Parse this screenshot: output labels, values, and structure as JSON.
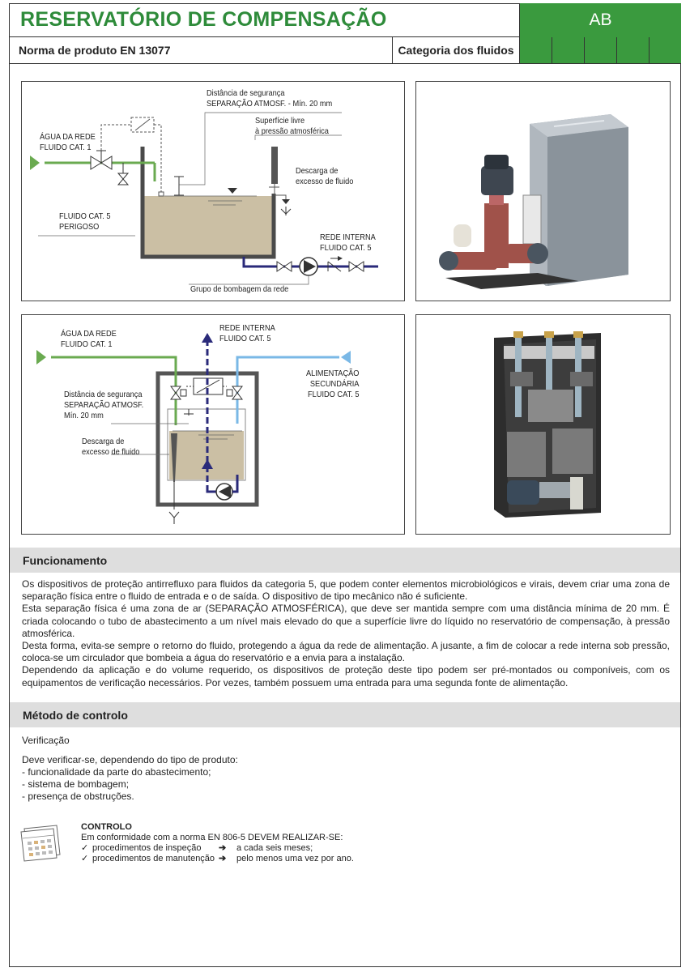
{
  "header": {
    "title": "RESERVATÓRIO DE COMPENSAÇÃO",
    "code": "AB",
    "norm": "Norma de produto EN 13077",
    "fluid_category_label": "Categoria dos fluidos",
    "brand_color": "#3a9a3e"
  },
  "diagram1": {
    "dist_line1": "Distância de segurança",
    "dist_line2": "SEPARAÇÃO ATMOSF. - Mín. 20 mm",
    "surface_line1": "Superfície livre",
    "surface_line2": "à pressão atmosférica",
    "water_line1": "ÁGUA DA REDE",
    "water_line2": "FLUIDO CAT. 1",
    "overflow_line1": "Descarga de",
    "overflow_line2": "excesso de fluido",
    "fluid_line1": "FLUIDO CAT. 5",
    "fluid_line2": "PERIGOSO",
    "internal_line1": "REDE INTERNA",
    "internal_line2": "FLUIDO CAT. 5",
    "pump_group": "Grupo de bombagem da rede"
  },
  "diagram2": {
    "water_line1": "ÁGUA DA REDE",
    "water_line2": "FLUIDO CAT. 1",
    "internal_line1": "REDE INTERNA",
    "internal_line2": "FLUIDO CAT. 5",
    "dist_line1": "Distância de segurança",
    "dist_line2": "SEPARAÇÃO ATMOSF.",
    "dist_line3": "Mín. 20 mm",
    "secondary_line1": "ALIMENTAÇÃO",
    "secondary_line2": "SECUNDÁRIA",
    "secondary_line3": "FLUIDO CAT. 5",
    "overflow_line1": "Descarga de",
    "overflow_line2": "excesso de fluido"
  },
  "funcionamento": {
    "heading": "Funcionamento",
    "p1": "Os dispositivos de proteção antirrefluxo para fluidos da categoria 5, que podem conter elementos microbiológicos e virais, devem criar uma zona de separação física entre o fluido de entrada e o de saída. O dispositivo de tipo mecânico não é suficiente.",
    "p2": "Esta separação física é uma zona de ar (SEPARAÇÃO ATMOSFÉRICA), que deve ser mantida sempre com uma distância mínima de 20 mm. É criada colocando o tubo de abastecimento a um nível mais elevado do que a superfície livre do líquido no reservatório de compensação, à pressão atmosférica.",
    "p3": "Desta forma, evita-se sempre o retorno do fluido, protegendo a água da rede de alimentação. A jusante, a fim de colocar a rede interna sob pressão, coloca-se um circulador que bombeia a água do reservatório e a envia para a instalação.",
    "p4": "Dependendo da aplicação e do volume requerido, os dispositivos de proteção deste tipo podem ser pré-montados ou componíveis, com os equipamentos de verificação necessários. Por vezes, também possuem uma entrada para uma segunda fonte de alimentação."
  },
  "controlo": {
    "heading": "Método de controlo",
    "verification_title": "Verificação",
    "intro": "Deve verificar-se, dependendo do tipo de produto:",
    "items": [
      "- funcionalidade da parte do abastecimento;",
      "- sistema de bombagem;",
      "- presença de obstruções."
    ],
    "box_title": "CONTROLO",
    "box_intro": "Em conformidade com a norma EN 806-5 DEVEM REALIZAR-SE:",
    "rows": [
      {
        "check": "✓",
        "label": "procedimentos de inspeção",
        "arrow": "➔",
        "freq": "a cada seis meses;"
      },
      {
        "check": "✓",
        "label": "procedimentos de manutenção",
        "arrow": "➔",
        "freq": "pelo menos uma vez por ano."
      }
    ]
  }
}
